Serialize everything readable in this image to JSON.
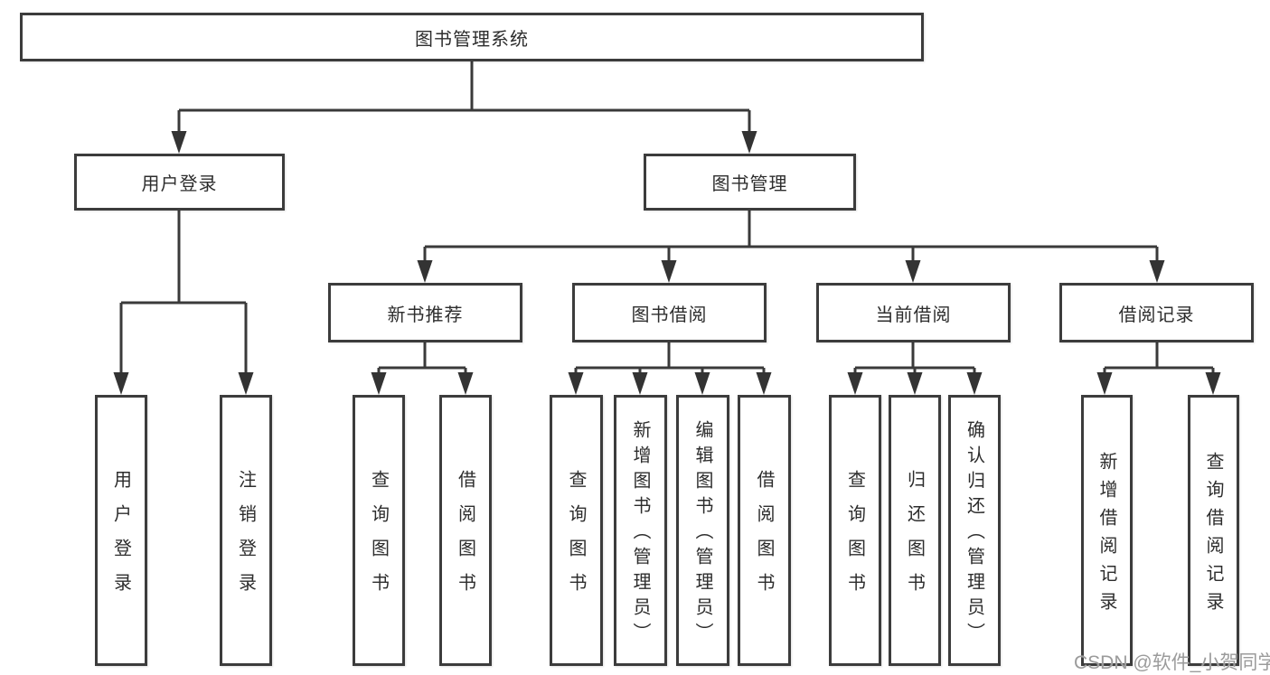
{
  "title": "图书管理系统",
  "tree": {
    "root": "图书管理系统",
    "login": {
      "label": "用户登录",
      "leaves": [
        "用户登录",
        "注销登录"
      ]
    },
    "manage": {
      "label": "图书管理",
      "groups": [
        {
          "label": "新书推荐",
          "leaves": [
            "查询图书",
            "借阅图书"
          ]
        },
        {
          "label": "图书借阅",
          "leaves": [
            "查询图书",
            "新增图书（管理员）",
            "编辑图书（管理员）",
            "借阅图书"
          ]
        },
        {
          "label": "当前借阅",
          "leaves": [
            "查询图书",
            "归还图书",
            "确认归还（管理员）"
          ]
        },
        {
          "label": "借阅记录",
          "leaves": [
            "新增借阅记录",
            "查询借阅记录"
          ]
        }
      ]
    }
  },
  "watermark": "CSDN @软件_小贺同学",
  "colors": {
    "line": "#3a3a3a",
    "arrow": "#333333",
    "text": "#2d2d2d",
    "border": "#3c3c3c",
    "watermark": "#9b9b9b",
    "background": "#ffffff"
  }
}
